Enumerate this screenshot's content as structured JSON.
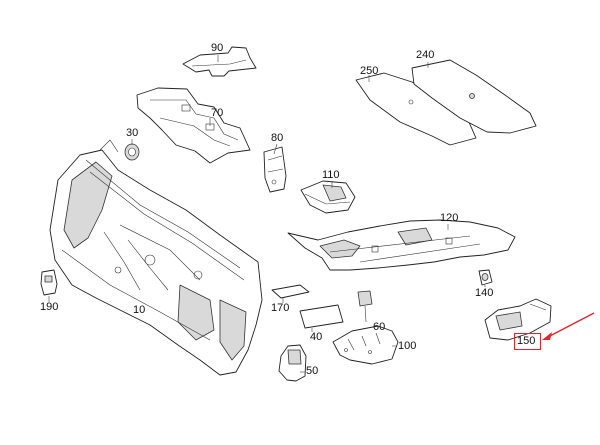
{
  "diagram": {
    "callouts": [
      "90",
      "240",
      "250",
      "70",
      "30",
      "80",
      "110",
      "120",
      "190",
      "10",
      "170",
      "60",
      "140",
      "40",
      "100",
      "50",
      "150"
    ],
    "highlighted": "150",
    "colors": {
      "highlight": "#e0262b",
      "ink": "#222222",
      "shade": "#d9d9d9"
    }
  }
}
